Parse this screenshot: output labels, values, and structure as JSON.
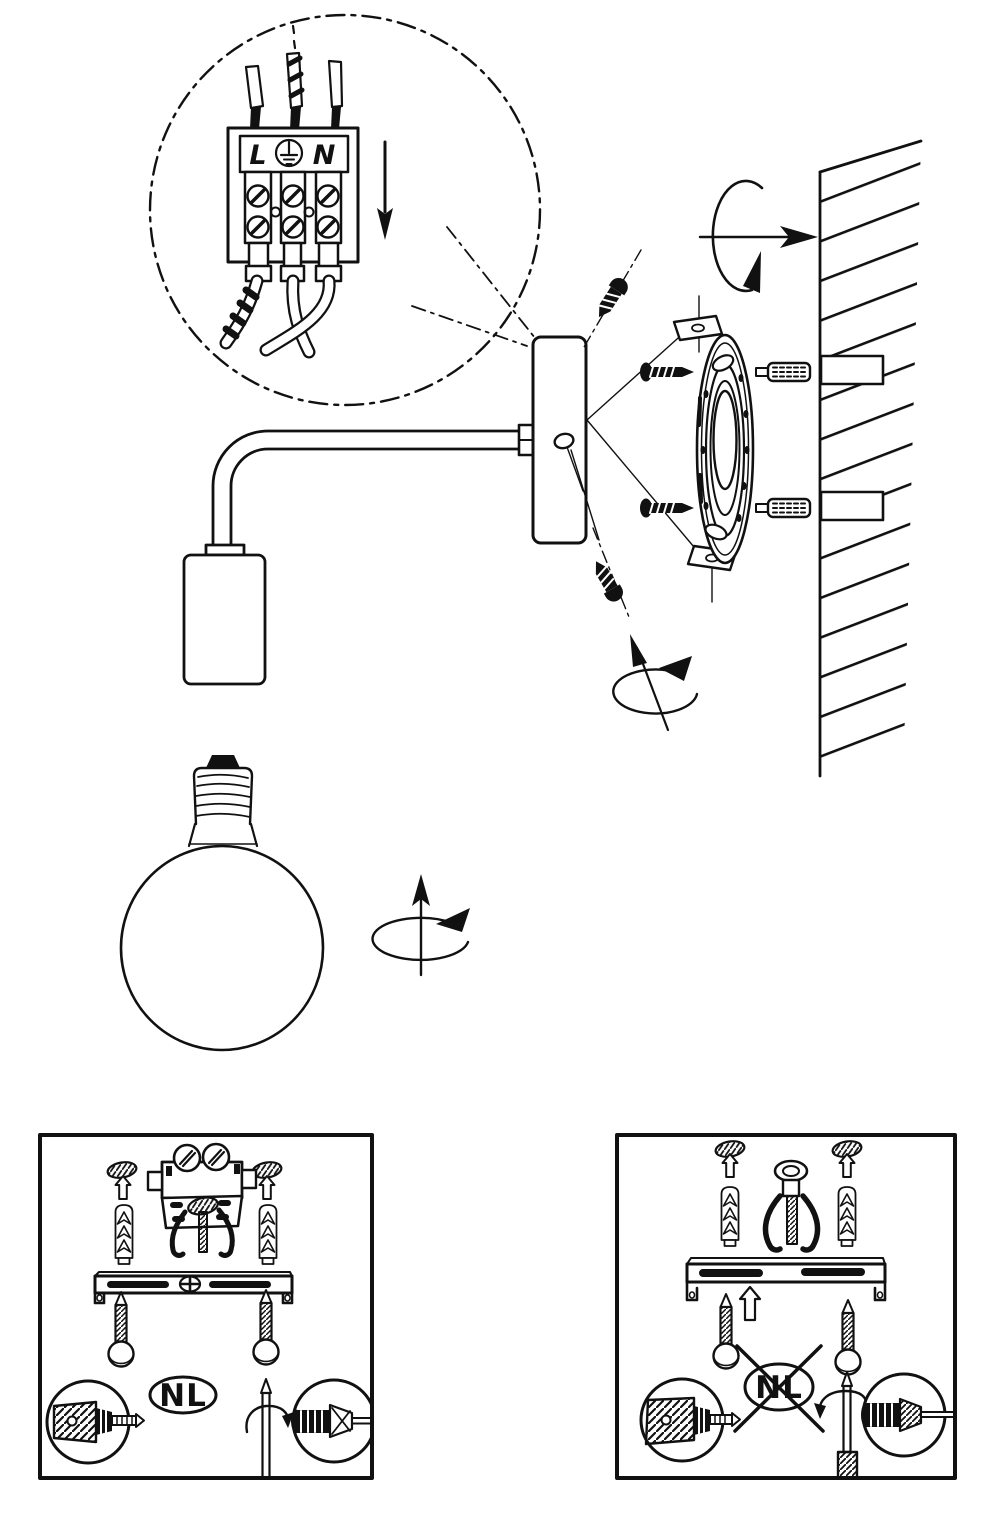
{
  "sheet": {
    "paper_color": "#ffffff",
    "ink_color": "#111111"
  },
  "wiring_detail": {
    "terminal": {
      "live_label": "L",
      "earth_icon": "earth-ground-icon",
      "neutral_label": "N"
    },
    "wire_icons": [
      "live-wire-icon",
      "earth-wire-icon",
      "neutral-wire-icon"
    ],
    "insert_direction_icon": "arrow-down-icon"
  },
  "mounting": {
    "icons": [
      "canopy-screw-icon",
      "mounting-screw-icon",
      "mounting-plate-icon",
      "wall-plug-icon",
      "wall-section-icon",
      "rotate-into-wall-icon",
      "twist-canopy-icon"
    ]
  },
  "bulb": {
    "icons": [
      "globe-bulb-icon",
      "screw-bulb-rotation-icon"
    ]
  },
  "panels": {
    "left": {
      "country_label": "NL",
      "crossed_out": false,
      "icons": [
        "cover-cap-icon",
        "push-up-arrow-icon",
        "wall-plug-icon",
        "terminal-block-icon",
        "cable-clamp-icon",
        "mounting-bracket-icon",
        "bracket-screw-icon",
        "screw-icon",
        "drill-icon",
        "screwdriver-rotation-icon",
        "screwdriver-icon"
      ]
    },
    "right": {
      "country_label": "NL",
      "crossed_out": true,
      "icons": [
        "cover-cap-icon",
        "push-up-arrow-icon",
        "wall-plug-icon",
        "cable-clamp-icon",
        "mounting-bracket-icon",
        "push-up-arrow-icon",
        "screw-icon",
        "drill-icon",
        "screwdriver-rotation-icon",
        "screwdriver-icon"
      ]
    }
  }
}
